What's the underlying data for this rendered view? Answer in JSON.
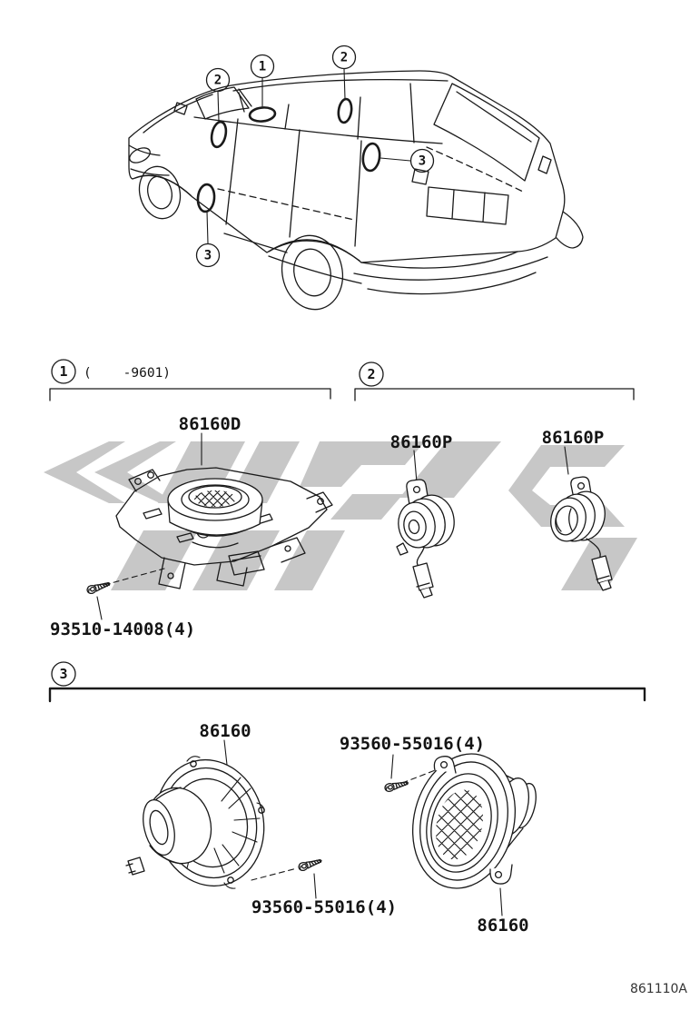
{
  "page": {
    "code": "861110A",
    "background_color": "#ffffff",
    "line_color": "#1a1a1a",
    "watermark_color": "#c7c7c7"
  },
  "vehicle": {
    "callouts": [
      "1",
      "2",
      "2",
      "3",
      "3"
    ]
  },
  "sections": [
    {
      "ref": "1",
      "note": "(    -9601)",
      "parts": [
        {
          "number": "86160D"
        },
        {
          "number": "93510-14008(4)"
        }
      ]
    },
    {
      "ref": "2",
      "parts": [
        {
          "number": "86160P"
        },
        {
          "number": "86160P"
        }
      ]
    },
    {
      "ref": "3",
      "parts": [
        {
          "number": "86160"
        },
        {
          "number": "93560-55016(4)"
        },
        {
          "number": "93560-55016(4)"
        },
        {
          "number": "86160"
        }
      ]
    }
  ]
}
